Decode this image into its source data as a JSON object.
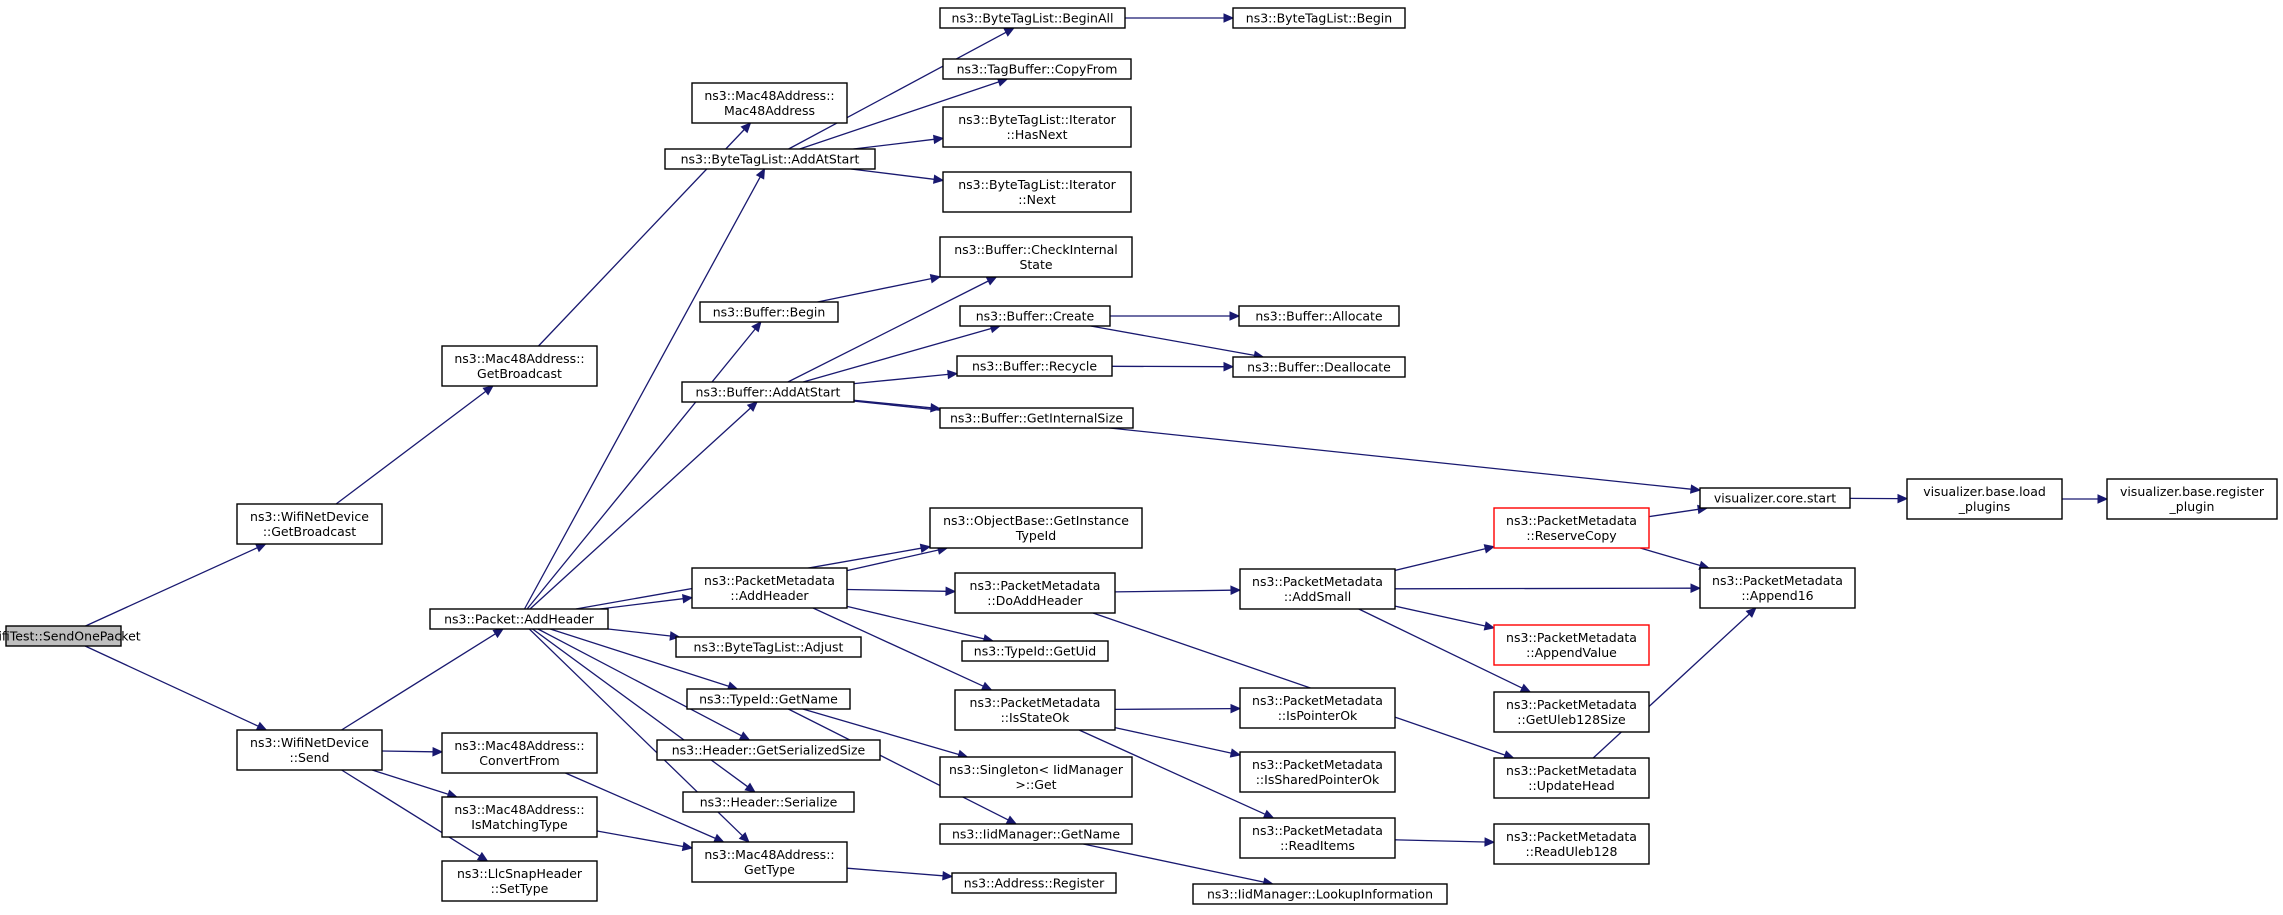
{
  "nodes": [
    {
      "id": "wifitest",
      "name": "node-wifitest-sendonepacket",
      "lines": [
        "WifiTest::SendOnePacket"
      ],
      "style": "root"
    },
    {
      "id": "wnd_getbroadcast",
      "name": "node-wifinetdevice-getbroadcast",
      "lines": [
        "ns3::WifiNetDevice",
        "::GetBroadcast"
      ]
    },
    {
      "id": "wnd_send",
      "name": "node-wifinetdevice-send",
      "lines": [
        "ns3::WifiNetDevice",
        "::Send"
      ]
    },
    {
      "id": "mac_getbroadcast",
      "name": "node-mac48address-getbroadcast",
      "lines": [
        "ns3::Mac48Address::",
        "GetBroadcast"
      ]
    },
    {
      "id": "pkt_addheader",
      "name": "node-packet-addheader",
      "lines": [
        "ns3::Packet::AddHeader"
      ]
    },
    {
      "id": "mac_convertfrom",
      "name": "node-mac48address-convertfrom",
      "lines": [
        "ns3::Mac48Address::",
        "ConvertFrom"
      ]
    },
    {
      "id": "mac_ismatching",
      "name": "node-mac48address-ismatchingtype",
      "lines": [
        "ns3::Mac48Address::",
        "IsMatchingType"
      ]
    },
    {
      "id": "llc_settype",
      "name": "node-llcsnapheader-settype",
      "lines": [
        "ns3::LlcSnapHeader",
        "::SetType"
      ]
    },
    {
      "id": "mac_ctor",
      "name": "node-mac48address-mac48address",
      "lines": [
        "ns3::Mac48Address::",
        "Mac48Address"
      ]
    },
    {
      "id": "btl_addatstart",
      "name": "node-bytetaglist-addatstart",
      "lines": [
        "ns3::ByteTagList::AddAtStart"
      ]
    },
    {
      "id": "buf_begin",
      "name": "node-buffer-begin",
      "lines": [
        "ns3::Buffer::Begin"
      ]
    },
    {
      "id": "buf_addatstart",
      "name": "node-buffer-addatstart",
      "lines": [
        "ns3::Buffer::AddAtStart"
      ]
    },
    {
      "id": "pm_addheader",
      "name": "node-packetmetadata-addheader",
      "lines": [
        "ns3::PacketMetadata",
        "::AddHeader"
      ]
    },
    {
      "id": "btl_adjust",
      "name": "node-bytetaglist-adjust",
      "lines": [
        "ns3::ByteTagList::Adjust"
      ]
    },
    {
      "id": "typeid_getname",
      "name": "node-typeid-getname",
      "lines": [
        "ns3::TypeId::GetName"
      ]
    },
    {
      "id": "hdr_getsize",
      "name": "node-header-getserializedsize",
      "lines": [
        "ns3::Header::GetSerializedSize"
      ]
    },
    {
      "id": "hdr_serialize",
      "name": "node-header-serialize",
      "lines": [
        "ns3::Header::Serialize"
      ]
    },
    {
      "id": "mac_gettype",
      "name": "node-mac48address-gettype",
      "lines": [
        "ns3::Mac48Address::",
        "GetType"
      ]
    },
    {
      "id": "btl_beginall",
      "name": "node-bytetaglist-beginall",
      "lines": [
        "ns3::ByteTagList::BeginAll"
      ]
    },
    {
      "id": "tagbuf_copyfrom",
      "name": "node-tagbuffer-copyfrom",
      "lines": [
        "ns3::TagBuffer::CopyFrom"
      ]
    },
    {
      "id": "btli_hasnext",
      "name": "node-bytetaglist-iterator-hasnext",
      "lines": [
        "ns3::ByteTagList::Iterator",
        "::HasNext"
      ]
    },
    {
      "id": "btli_next",
      "name": "node-bytetaglist-iterator-next",
      "lines": [
        "ns3::ByteTagList::Iterator",
        "::Next"
      ]
    },
    {
      "id": "buf_checkstate",
      "name": "node-buffer-checkinternalstate",
      "lines": [
        "ns3::Buffer::CheckInternal",
        "State"
      ]
    },
    {
      "id": "buf_create",
      "name": "node-buffer-create",
      "lines": [
        "ns3::Buffer::Create"
      ]
    },
    {
      "id": "buf_recycle",
      "name": "node-buffer-recycle",
      "lines": [
        "ns3::Buffer::Recycle"
      ]
    },
    {
      "id": "buf_getinternalsize",
      "name": "node-buffer-getinternalsize",
      "lines": [
        "ns3::Buffer::GetInternalSize"
      ]
    },
    {
      "id": "ob_getinstancetypeid",
      "name": "node-objectbase-getinstancetypeid",
      "lines": [
        "ns3::ObjectBase::GetInstance",
        "TypeId"
      ]
    },
    {
      "id": "pm_doaddheader",
      "name": "node-packetmetadata-doaddheader",
      "lines": [
        "ns3::PacketMetadata",
        "::DoAddHeader"
      ]
    },
    {
      "id": "typeid_getuid",
      "name": "node-typeid-getuid",
      "lines": [
        "ns3::TypeId::GetUid"
      ]
    },
    {
      "id": "pm_isstateok",
      "name": "node-packetmetadata-isstateok",
      "lines": [
        "ns3::PacketMetadata",
        "::IsStateOk"
      ]
    },
    {
      "id": "singleton_get",
      "name": "node-singleton-iidmanager-get",
      "lines": [
        "ns3::Singleton< IidManager",
        " >::Get"
      ]
    },
    {
      "id": "iid_getname",
      "name": "node-iidmanager-getname",
      "lines": [
        "ns3::IidManager::GetName"
      ]
    },
    {
      "id": "addr_register",
      "name": "node-address-register",
      "lines": [
        "ns3::Address::Register"
      ]
    },
    {
      "id": "btl_begin",
      "name": "node-bytetaglist-begin",
      "lines": [
        "ns3::ByteTagList::Begin"
      ]
    },
    {
      "id": "buf_allocate",
      "name": "node-buffer-allocate",
      "lines": [
        "ns3::Buffer::Allocate"
      ]
    },
    {
      "id": "buf_deallocate",
      "name": "node-buffer-deallocate",
      "lines": [
        "ns3::Buffer::Deallocate"
      ]
    },
    {
      "id": "pm_addsmall",
      "name": "node-packetmetadata-addsmall",
      "lines": [
        "ns3::PacketMetadata",
        "::AddSmall"
      ]
    },
    {
      "id": "pm_ispointerok",
      "name": "node-packetmetadata-ispointerok",
      "lines": [
        "ns3::PacketMetadata",
        "::IsPointerOk"
      ]
    },
    {
      "id": "pm_issharedpointerok",
      "name": "node-packetmetadata-issharedpointerok",
      "lines": [
        "ns3::PacketMetadata",
        "::IsSharedPointerOk"
      ]
    },
    {
      "id": "pm_readitems",
      "name": "node-packetmetadata-readitems",
      "lines": [
        "ns3::PacketMetadata",
        "::ReadItems"
      ]
    },
    {
      "id": "iid_lookup",
      "name": "node-iidmanager-lookupinformation",
      "lines": [
        "ns3::IidManager::LookupInformation"
      ]
    },
    {
      "id": "pm_reservecopy",
      "name": "node-packetmetadata-reservecopy",
      "lines": [
        "ns3::PacketMetadata",
        "::ReserveCopy"
      ],
      "style": "red"
    },
    {
      "id": "pm_appendvalue",
      "name": "node-packetmetadata-appendvalue",
      "lines": [
        "ns3::PacketMetadata",
        "::AppendValue"
      ],
      "style": "red"
    },
    {
      "id": "pm_getuleb",
      "name": "node-packetmetadata-getuleb128size",
      "lines": [
        "ns3::PacketMetadata",
        "::GetUleb128Size"
      ]
    },
    {
      "id": "pm_updatehead",
      "name": "node-packetmetadata-updatehead",
      "lines": [
        "ns3::PacketMetadata",
        "::UpdateHead"
      ]
    },
    {
      "id": "pm_readuleb",
      "name": "node-packetmetadata-readuleb128",
      "lines": [
        "ns3::PacketMetadata",
        "::ReadUleb128"
      ]
    },
    {
      "id": "vis_start",
      "name": "node-visualizer-core-start",
      "lines": [
        "visualizer.core.start"
      ]
    },
    {
      "id": "pm_append16",
      "name": "node-packetmetadata-append16",
      "lines": [
        "ns3::PacketMetadata",
        "::Append16"
      ]
    },
    {
      "id": "vis_load",
      "name": "node-visualizer-base-load-plugins",
      "lines": [
        "visualizer.base.load",
        "_plugins"
      ]
    },
    {
      "id": "vis_register",
      "name": "node-visualizer-base-register-plugin",
      "lines": [
        "visualizer.base.register",
        "_plugin"
      ]
    }
  ],
  "edges": [
    [
      "wifitest",
      "wnd_getbroadcast"
    ],
    [
      "wifitest",
      "wnd_send"
    ],
    [
      "wnd_getbroadcast",
      "mac_getbroadcast"
    ],
    [
      "wnd_send",
      "pkt_addheader"
    ],
    [
      "wnd_send",
      "mac_convertfrom"
    ],
    [
      "wnd_send",
      "mac_ismatching"
    ],
    [
      "wnd_send",
      "llc_settype"
    ],
    [
      "mac_getbroadcast",
      "mac_ctor"
    ],
    [
      "pkt_addheader",
      "btl_addatstart"
    ],
    [
      "pkt_addheader",
      "buf_begin"
    ],
    [
      "pkt_addheader",
      "buf_addatstart"
    ],
    [
      "pkt_addheader",
      "ob_getinstancetypeid"
    ],
    [
      "pkt_addheader",
      "pm_addheader"
    ],
    [
      "pkt_addheader",
      "btl_adjust"
    ],
    [
      "pkt_addheader",
      "typeid_getname"
    ],
    [
      "pkt_addheader",
      "hdr_getsize"
    ],
    [
      "pkt_addheader",
      "hdr_serialize"
    ],
    [
      "pkt_addheader",
      "mac_gettype"
    ],
    [
      "mac_convertfrom",
      "mac_gettype"
    ],
    [
      "mac_ismatching",
      "mac_gettype"
    ],
    [
      "mac_gettype",
      "addr_register"
    ],
    [
      "btl_addatstart",
      "btl_beginall"
    ],
    [
      "btl_addatstart",
      "tagbuf_copyfrom"
    ],
    [
      "btl_addatstart",
      "btli_hasnext"
    ],
    [
      "btl_addatstart",
      "btli_next"
    ],
    [
      "btl_beginall",
      "btl_begin"
    ],
    [
      "buf_begin",
      "buf_checkstate"
    ],
    [
      "buf_addatstart",
      "buf_checkstate"
    ],
    [
      "buf_addatstart",
      "buf_create"
    ],
    [
      "buf_addatstart",
      "buf_recycle"
    ],
    [
      "buf_addatstart",
      "buf_getinternalsize"
    ],
    [
      "buf_addatstart",
      "vis_start"
    ],
    [
      "buf_create",
      "buf_allocate"
    ],
    [
      "buf_create",
      "buf_deallocate"
    ],
    [
      "buf_recycle",
      "buf_deallocate"
    ],
    [
      "pm_addheader",
      "ob_getinstancetypeid"
    ],
    [
      "pm_addheader",
      "pm_doaddheader"
    ],
    [
      "pm_addheader",
      "typeid_getuid"
    ],
    [
      "pm_addheader",
      "pm_isstateok"
    ],
    [
      "typeid_getname",
      "singleton_get"
    ],
    [
      "typeid_getname",
      "iid_getname"
    ],
    [
      "iid_getname",
      "iid_lookup"
    ],
    [
      "pm_doaddheader",
      "pm_addsmall"
    ],
    [
      "pm_doaddheader",
      "pm_updatehead"
    ],
    [
      "pm_isstateok",
      "pm_ispointerok"
    ],
    [
      "pm_isstateok",
      "pm_issharedpointerok"
    ],
    [
      "pm_isstateok",
      "pm_readitems"
    ],
    [
      "pm_readitems",
      "pm_readuleb"
    ],
    [
      "pm_addsmall",
      "pm_reservecopy"
    ],
    [
      "pm_addsmall",
      "pm_append16"
    ],
    [
      "pm_addsmall",
      "pm_appendvalue"
    ],
    [
      "pm_addsmall",
      "pm_getuleb"
    ],
    [
      "pm_reservecopy",
      "vis_start"
    ],
    [
      "pm_reservecopy",
      "pm_append16"
    ],
    [
      "pm_updatehead",
      "pm_append16"
    ],
    [
      "vis_start",
      "vis_load"
    ],
    [
      "vis_load",
      "vis_register"
    ]
  ]
}
